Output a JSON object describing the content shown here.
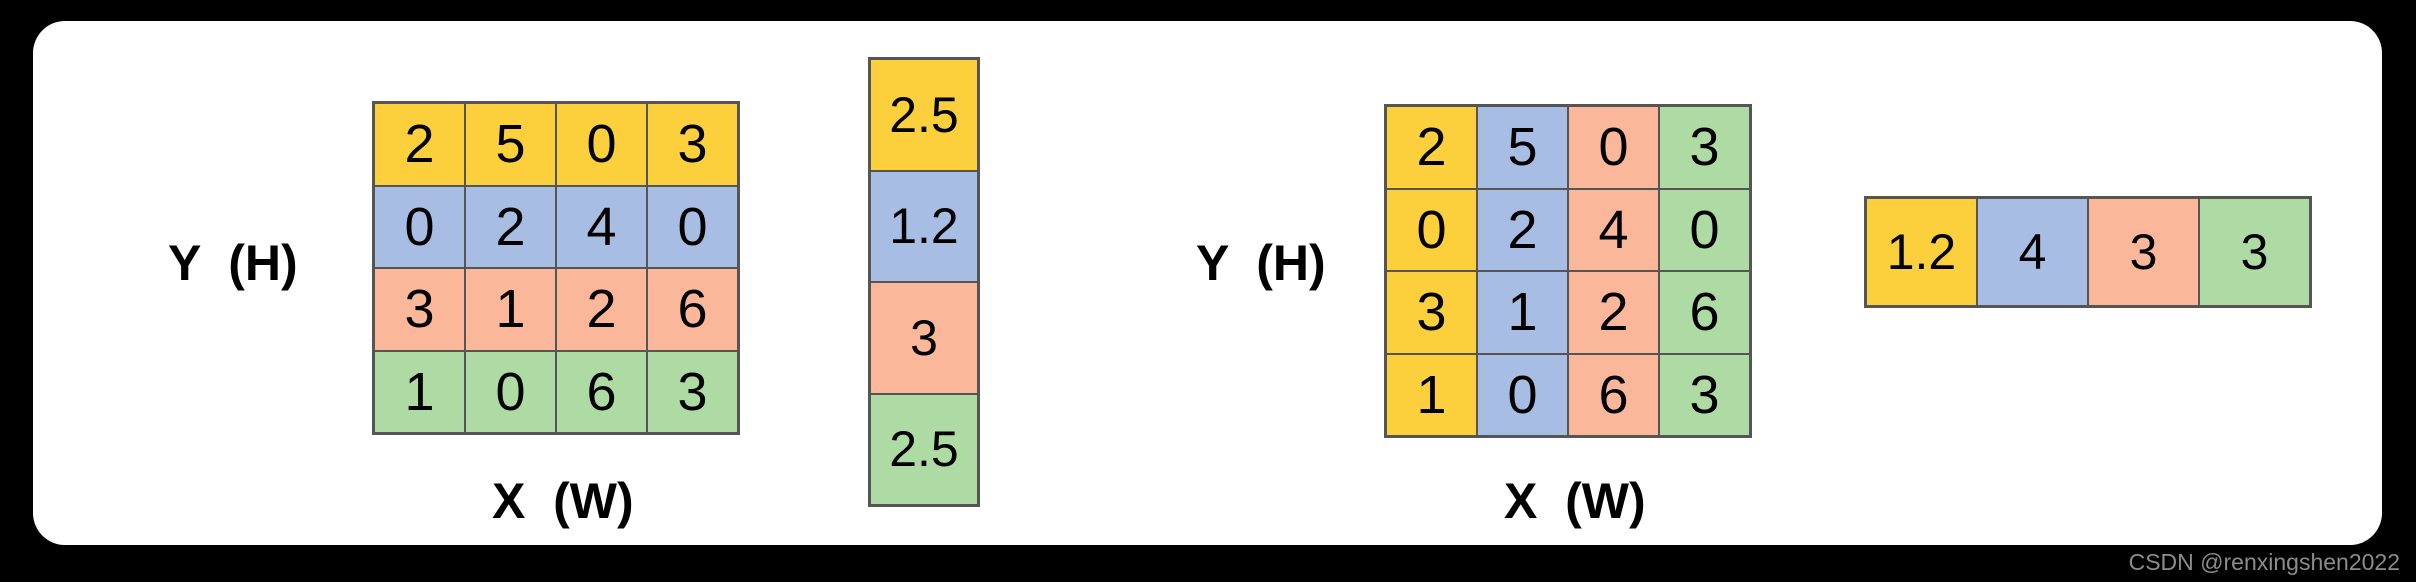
{
  "figure": {
    "background_color": "#000000",
    "panel_color": "#ffffff",
    "watermark": "CSDN @renxingshen2022"
  },
  "palette": {
    "yellow": "#fccf3c",
    "blue": "#a8bde3",
    "salmon": "#fbb79a",
    "green": "#aedba3",
    "border": "#555555",
    "text": "#000000"
  },
  "labels": {
    "y_axis_left": "Y  (H)",
    "x_axis_left": "X  (W)",
    "y_axis_right": "Y  (H)",
    "x_axis_right": "X  (W)"
  },
  "chart_data": [
    {
      "type": "heatmap",
      "name": "input-matrix-row-colored",
      "title": "",
      "xlabel": "X  (W)",
      "ylabel": "Y  (H)",
      "rows": 4,
      "cols": 4,
      "color_grouping": "by-row",
      "values": [
        [
          2,
          5,
          0,
          3
        ],
        [
          0,
          2,
          4,
          0
        ],
        [
          3,
          1,
          2,
          6
        ],
        [
          1,
          0,
          6,
          3
        ]
      ],
      "cell_colors": [
        [
          "#fccf3c",
          "#fccf3c",
          "#fccf3c",
          "#fccf3c"
        ],
        [
          "#a8bde3",
          "#a8bde3",
          "#a8bde3",
          "#a8bde3"
        ],
        [
          "#fbb79a",
          "#fbb79a",
          "#fbb79a",
          "#fbb79a"
        ],
        [
          "#aedba3",
          "#aedba3",
          "#aedba3",
          "#aedba3"
        ]
      ]
    },
    {
      "type": "heatmap",
      "name": "output-column-vector",
      "title": "",
      "rows": 4,
      "cols": 1,
      "color_grouping": "by-row",
      "values": [
        [
          "2.5"
        ],
        [
          "1.2"
        ],
        [
          "3"
        ],
        [
          "2.5"
        ]
      ],
      "cell_colors": [
        [
          "#fccf3c"
        ],
        [
          "#a8bde3"
        ],
        [
          "#fbb79a"
        ],
        [
          "#aedba3"
        ]
      ]
    },
    {
      "type": "heatmap",
      "name": "input-matrix-column-colored",
      "title": "",
      "xlabel": "X  (W)",
      "ylabel": "Y  (H)",
      "rows": 4,
      "cols": 4,
      "color_grouping": "by-column",
      "values": [
        [
          2,
          5,
          0,
          3
        ],
        [
          0,
          2,
          4,
          0
        ],
        [
          3,
          1,
          2,
          6
        ],
        [
          1,
          0,
          6,
          3
        ]
      ],
      "cell_colors": [
        [
          "#fccf3c",
          "#a8bde3",
          "#fbb79a",
          "#aedba3"
        ],
        [
          "#fccf3c",
          "#a8bde3",
          "#fbb79a",
          "#aedba3"
        ],
        [
          "#fccf3c",
          "#a8bde3",
          "#fbb79a",
          "#aedba3"
        ],
        [
          "#fccf3c",
          "#a8bde3",
          "#fbb79a",
          "#aedba3"
        ]
      ]
    },
    {
      "type": "heatmap",
      "name": "output-row-vector",
      "title": "",
      "rows": 1,
      "cols": 4,
      "color_grouping": "by-column",
      "values": [
        [
          "1.2",
          "4",
          "3",
          "3"
        ]
      ],
      "cell_colors": [
        [
          "#fccf3c",
          "#a8bde3",
          "#fbb79a",
          "#aedba3"
        ]
      ]
    }
  ]
}
